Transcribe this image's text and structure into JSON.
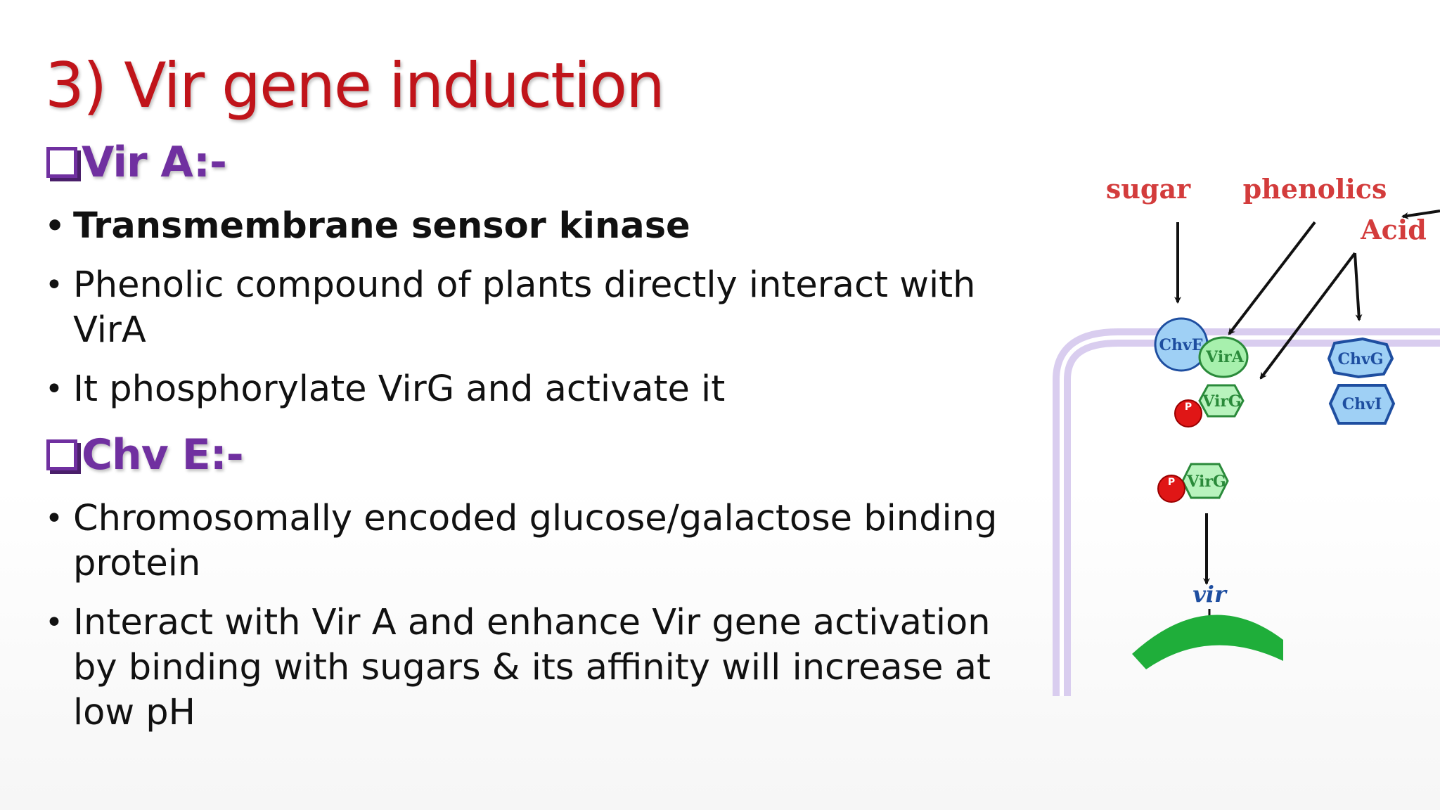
{
  "slide": {
    "title": "3) Vir gene induction",
    "section_a": {
      "heading": "Vir A:-"
    },
    "bullets_a": [
      "Transmembrane sensor kinase",
      "Phenolic compound of plants directly interact with VirA",
      "It phosphorylate VirG and activate it"
    ],
    "section_b": {
      "heading": "Chv E:-"
    },
    "bullets_b": [
      "Chromosomally encoded glucose/galactose binding protein",
      "Interact with Vir A and enhance Vir gene activation by binding with sugars & its affinity will increase at low pH"
    ]
  },
  "diagram": {
    "labels": {
      "sugar": "sugar",
      "phenolics": "phenolics",
      "acid": "Acid",
      "chve": "ChvE",
      "vira": "VirA",
      "virg_bound": "VirG",
      "virg_free": "VirG",
      "chvg": "ChvG",
      "chvi": "ChvI",
      "phospho_1": "P",
      "phospho_2": "P",
      "vir": "vir"
    },
    "colors": {
      "title_red": "#c0141a",
      "heading_purple": "#7030a0",
      "membrane": "#c9b8e8",
      "chv_blue": "#5aa8e6",
      "vir_green": "#7fe08a",
      "phospho_red": "#e01616",
      "dna_green": "#1fae3a"
    }
  }
}
